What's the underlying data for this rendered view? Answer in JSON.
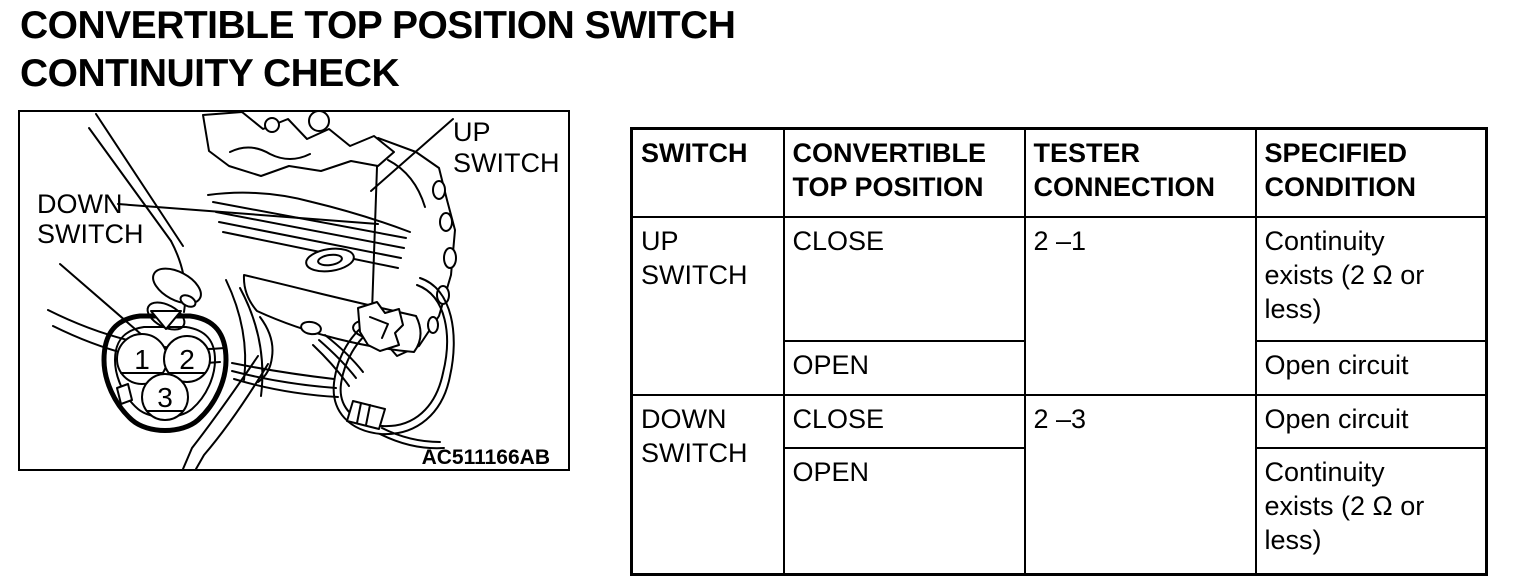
{
  "page": {
    "title_line1": "CONVERTIBLE TOP POSITION SWITCH",
    "title_line2": "CONTINUITY CHECK"
  },
  "figure": {
    "code": "AC511166AB",
    "up_switch_label": [
      "UP",
      "SWITCH"
    ],
    "down_switch_label": [
      "DOWN",
      "SWITCH"
    ],
    "pins": [
      "1",
      "2",
      "3"
    ]
  },
  "table": {
    "headers": [
      "SWITCH",
      "CONVERTIBLE\nTOP POSITION",
      "TESTER\nCONNECTION",
      "SPECIFIED\nCONDITION"
    ],
    "rows": [
      {
        "switch": "UP\nSWITCH",
        "position": "CLOSE",
        "connection": "2 –1",
        "condition": "Continuity\nexists (2 Ω or\nless)"
      },
      {
        "position": "OPEN",
        "condition": "Open circuit"
      },
      {
        "switch": "DOWN\nSWITCH",
        "position": "CLOSE",
        "connection": "2 –3",
        "condition": "Open circuit"
      },
      {
        "position": "OPEN",
        "condition": "Continuity\nexists (2 Ω or\nless)"
      }
    ]
  },
  "colors": {
    "ink": "#000000",
    "background": "#ffffff"
  }
}
